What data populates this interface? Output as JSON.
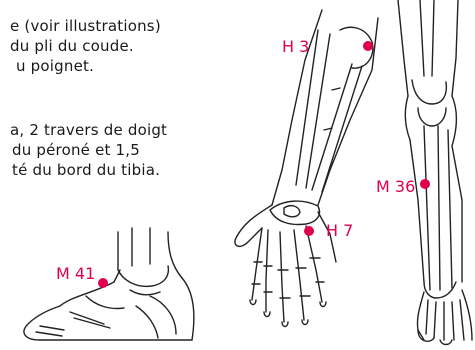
{
  "text": {
    "line1": "e (voir illustrations)",
    "line2": "du pli du coude.",
    "line3": "u poignet.",
    "line4": "a, 2 travers  de doigt",
    "line5": "du péroné et 1,5",
    "line6": "té du bord du tibia."
  },
  "points": [
    {
      "id": "h3",
      "label": "H 3"
    },
    {
      "id": "h7",
      "label": "H 7"
    },
    {
      "id": "m36",
      "label": "M 36"
    },
    {
      "id": "m41",
      "label": "M 41"
    }
  ],
  "colors": {
    "accent": "#e0004f",
    "text": "#1a1a1a",
    "line": "#222222"
  }
}
